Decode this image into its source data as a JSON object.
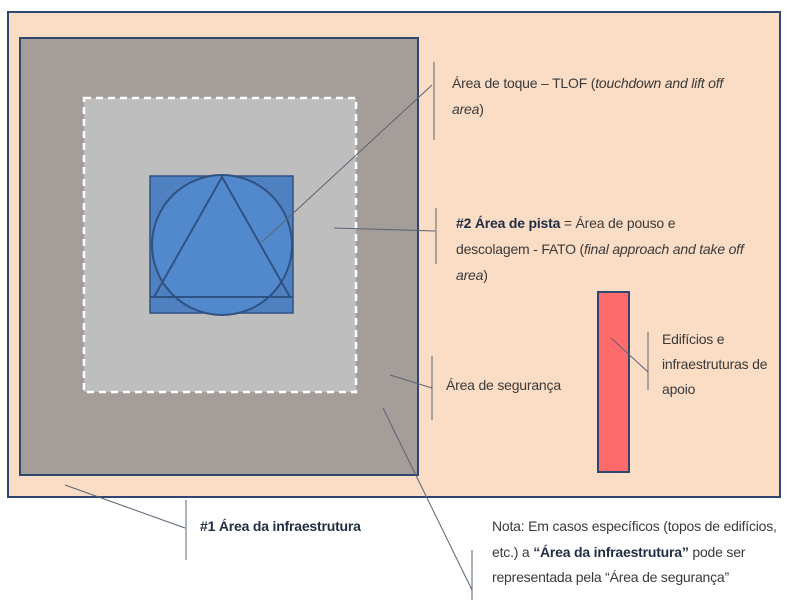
{
  "colors": {
    "background_area": "#fbdcc4",
    "infrastructure_area": "#a49d99",
    "safety_inner": "#bebebe",
    "tlof": "#4f80c0",
    "building": "#ff6b6b",
    "border": "#2f4670"
  },
  "labels": {
    "tlof": {
      "text": "Área de toque – TLOF (",
      "italic": "touchdown  and lift off area",
      "end": ")"
    },
    "fato": {
      "bold": "#2 Área de pista",
      "text": " = Área de pouso e descolagem - FATO (",
      "italic": "final approach  and take off area",
      "end": ")"
    },
    "safety": "Área de segurança",
    "buildings": "Edifícios e infraestruturas de apoio",
    "infrastructure": "#1 Área da infraestrutura",
    "note": {
      "text1": "Nota: Em casos específicos (topos de edifícios, etc.) a ",
      "bold": "“Área da infraestrutura”",
      "text2": " pode ser representada pela “Área de segurança”"
    }
  }
}
